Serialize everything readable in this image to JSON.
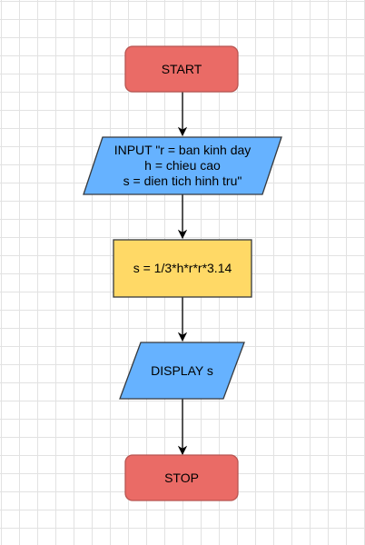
{
  "diagram": {
    "nodes": [
      {
        "id": "start",
        "shape": "terminator",
        "label": "START",
        "fill": "#ea6b66",
        "stroke": "#b85450"
      },
      {
        "id": "input",
        "shape": "parallelogram",
        "label": "INPUT \"r = ban kinh day\nh = chieu cao\ns = dien tich hinh tru\"",
        "fill": "#66b2ff",
        "stroke": "#36393d"
      },
      {
        "id": "process",
        "shape": "process",
        "label": "s = 1/3*h*r*r*3.14",
        "fill": "#ffd966",
        "stroke": "#36393d"
      },
      {
        "id": "output",
        "shape": "parallelogram",
        "label": "DISPLAY s",
        "fill": "#66b2ff",
        "stroke": "#36393d"
      },
      {
        "id": "stop",
        "shape": "terminator",
        "label": "STOP",
        "fill": "#ea6b66",
        "stroke": "#b85450"
      }
    ],
    "edges": [
      {
        "from": "start",
        "to": "input"
      },
      {
        "from": "input",
        "to": "process"
      },
      {
        "from": "process",
        "to": "output"
      },
      {
        "from": "output",
        "to": "stop"
      }
    ]
  }
}
